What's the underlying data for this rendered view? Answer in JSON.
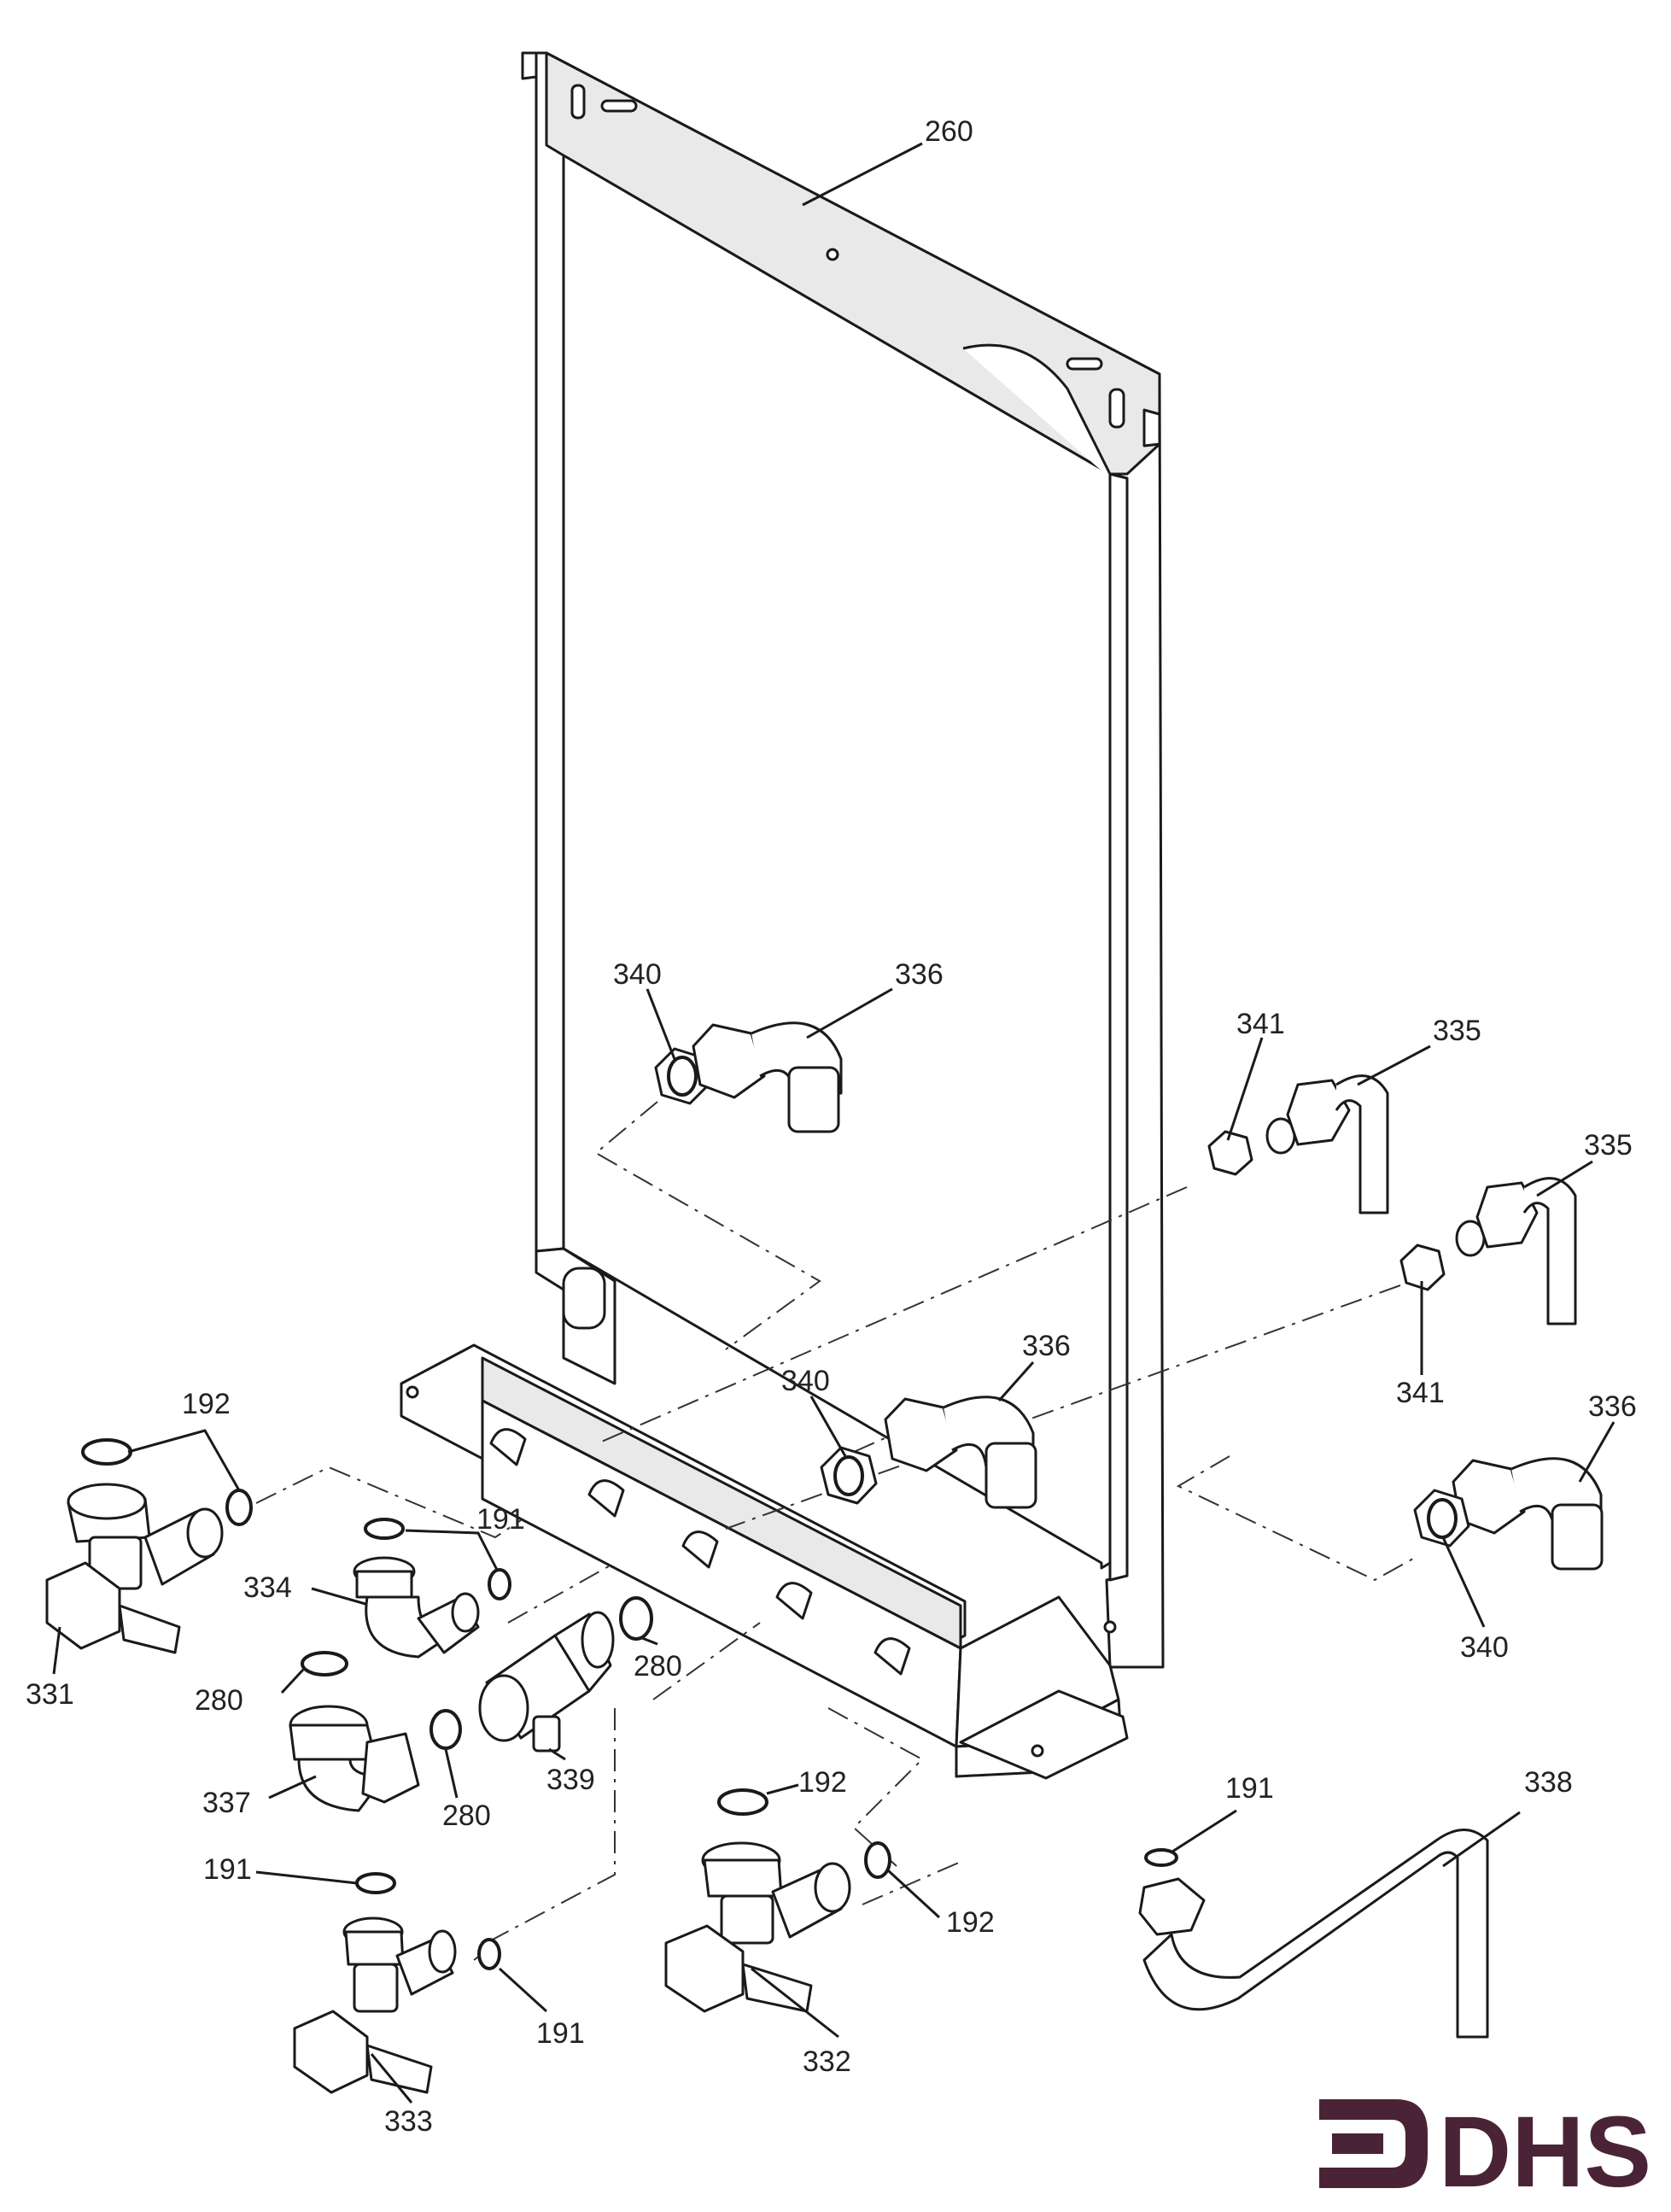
{
  "diagram": {
    "part_labels": [
      {
        "id": "lbl-260",
        "text": "260"
      },
      {
        "id": "lbl-340-a",
        "text": "340"
      },
      {
        "id": "lbl-336-a",
        "text": "336"
      },
      {
        "id": "lbl-341-a",
        "text": "341"
      },
      {
        "id": "lbl-335-a",
        "text": "335"
      },
      {
        "id": "lbl-335-b",
        "text": "335"
      },
      {
        "id": "lbl-341-b",
        "text": "341"
      },
      {
        "id": "lbl-340-b",
        "text": "340"
      },
      {
        "id": "lbl-336-b",
        "text": "336"
      },
      {
        "id": "lbl-336-c",
        "text": "336"
      },
      {
        "id": "lbl-340-c",
        "text": "340"
      },
      {
        "id": "lbl-192-a",
        "text": "192"
      },
      {
        "id": "lbl-191-a",
        "text": "191"
      },
      {
        "id": "lbl-334",
        "text": "334"
      },
      {
        "id": "lbl-331",
        "text": "331"
      },
      {
        "id": "lbl-280-a",
        "text": "280"
      },
      {
        "id": "lbl-280-b",
        "text": "280"
      },
      {
        "id": "lbl-280-c",
        "text": "280"
      },
      {
        "id": "lbl-337",
        "text": "337"
      },
      {
        "id": "lbl-339",
        "text": "339"
      },
      {
        "id": "lbl-192-b",
        "text": "192"
      },
      {
        "id": "lbl-192-c",
        "text": "192"
      },
      {
        "id": "lbl-191-b",
        "text": "191"
      },
      {
        "id": "lbl-191-c",
        "text": "191"
      },
      {
        "id": "lbl-332",
        "text": "332"
      },
      {
        "id": "lbl-333",
        "text": "333"
      },
      {
        "id": "lbl-191-d",
        "text": "191"
      },
      {
        "id": "lbl-338",
        "text": "338"
      }
    ],
    "logo": {
      "text": "DHS",
      "color": "#4a2436"
    }
  }
}
